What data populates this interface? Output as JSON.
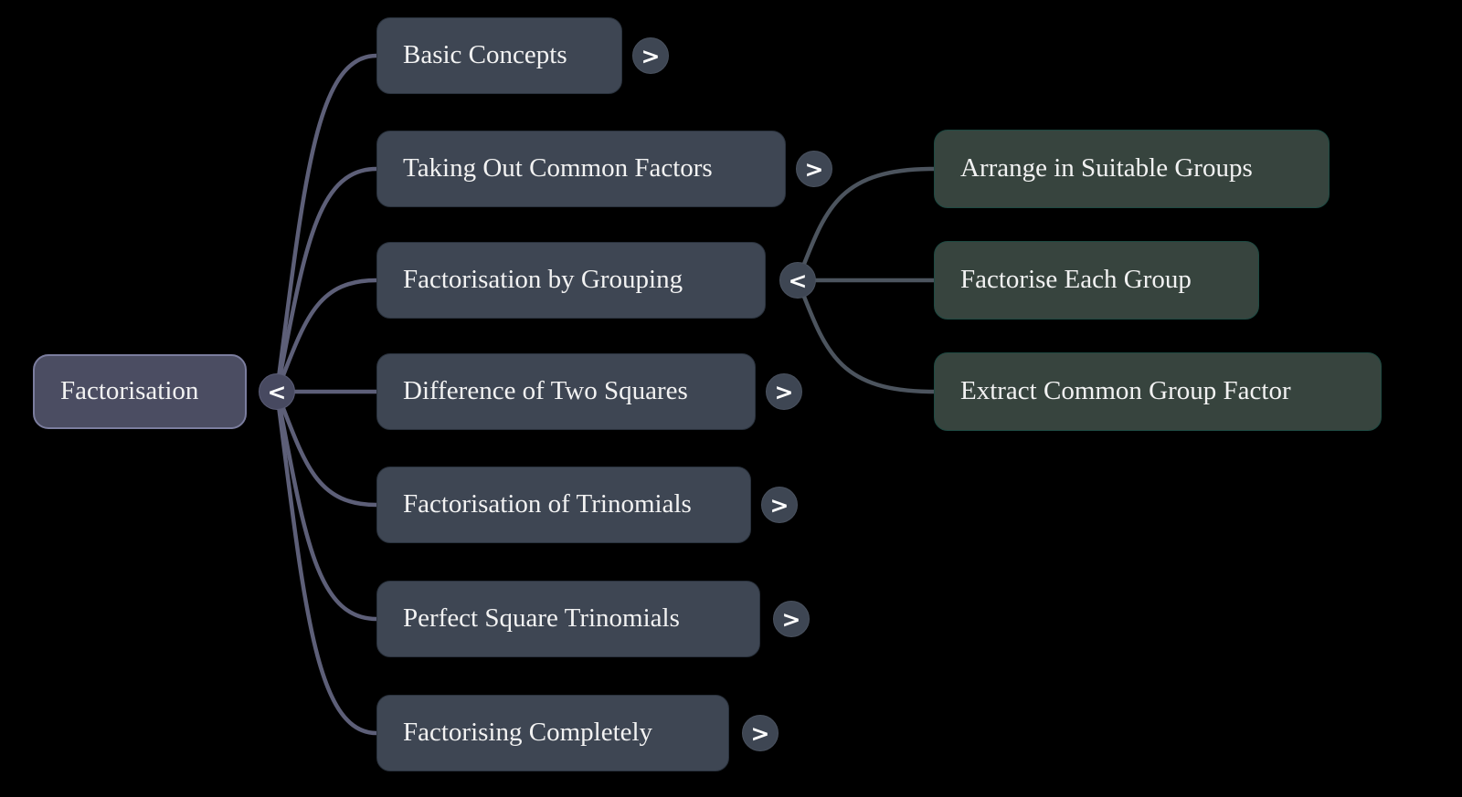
{
  "diagram": {
    "type": "mindmap",
    "root": {
      "label": "Factorisation",
      "toggle": "<"
    },
    "children": [
      {
        "label": "Basic Concepts",
        "toggle": ">"
      },
      {
        "label": "Taking Out Common Factors",
        "toggle": ">"
      },
      {
        "label": "Factorisation by Grouping",
        "toggle": "<"
      },
      {
        "label": "Difference of Two Squares",
        "toggle": ">"
      },
      {
        "label": "Factorisation of Trinomials",
        "toggle": ">"
      },
      {
        "label": "Perfect Square Trinomials",
        "toggle": ">"
      },
      {
        "label": "Factorising Completely",
        "toggle": ">"
      }
    ],
    "grandchildren": [
      {
        "label": "Arrange in Suitable Groups"
      },
      {
        "label": "Factorise Each Group"
      },
      {
        "label": "Extract Common Group Factor"
      }
    ]
  },
  "colors": {
    "background": "#000000",
    "root_fill": "#4b4d62",
    "root_border": "#7b7d9e",
    "child_fill": "#3e4653",
    "grandchild_fill": "#37443e",
    "grandchild_border": "#1e4a42",
    "edge_root": "#5d5f78",
    "edge_branch": "#4c545e",
    "text": "#f2f2f2"
  }
}
